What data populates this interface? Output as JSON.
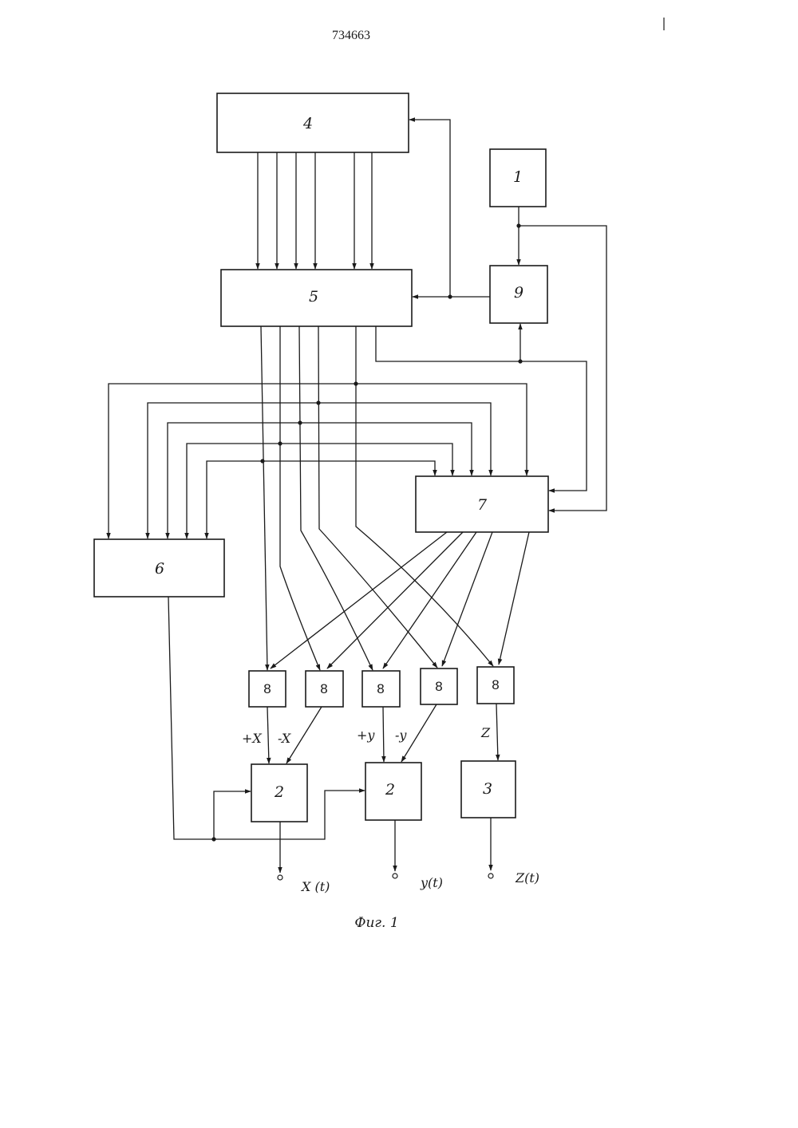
{
  "document_number": "734663",
  "figure_caption": "Фиг. 1",
  "blocks": {
    "b4": "4",
    "b5": "5",
    "b1": "1",
    "b9": "9",
    "b7": "7",
    "b6": "6",
    "b8a": "8",
    "b8b": "8",
    "b8c": "8",
    "b8d": "8",
    "b8e": "8",
    "b2x": "2",
    "b2y": "2",
    "b3": "3"
  },
  "signals": {
    "plus_x": "+X",
    "minus_x": "-X",
    "plus_y": "+y",
    "minus_y": "-y",
    "z": "Z"
  },
  "outputs": {
    "x": "X (t)",
    "y": "y(t)",
    "z": "Z(t)"
  }
}
